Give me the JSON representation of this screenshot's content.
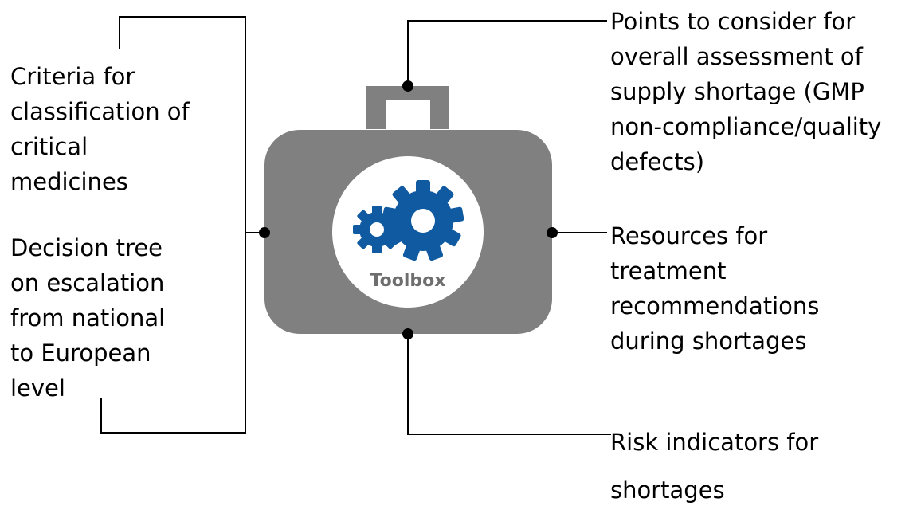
{
  "toolbox": {
    "label": "Toolbox"
  },
  "colors": {
    "case": "#808080",
    "gear": "#0f5aa0",
    "line": "#000000"
  },
  "left_items": [
    {
      "text": "Criteria for\nclassification of\ncritical\nmedicines"
    },
    {
      "text": "Decision tree\non escalation\nfrom national\nto European\nlevel"
    }
  ],
  "right_items": [
    {
      "text": "Points to consider for\noverall assessment of\nsupply shortage (GMP\nnon-compliance/quality\ndefects)"
    },
    {
      "text": "Resources for\ntreatment\nrecommendations\nduring shortages"
    },
    {
      "text": "Risk indicators for\nshortages"
    }
  ]
}
